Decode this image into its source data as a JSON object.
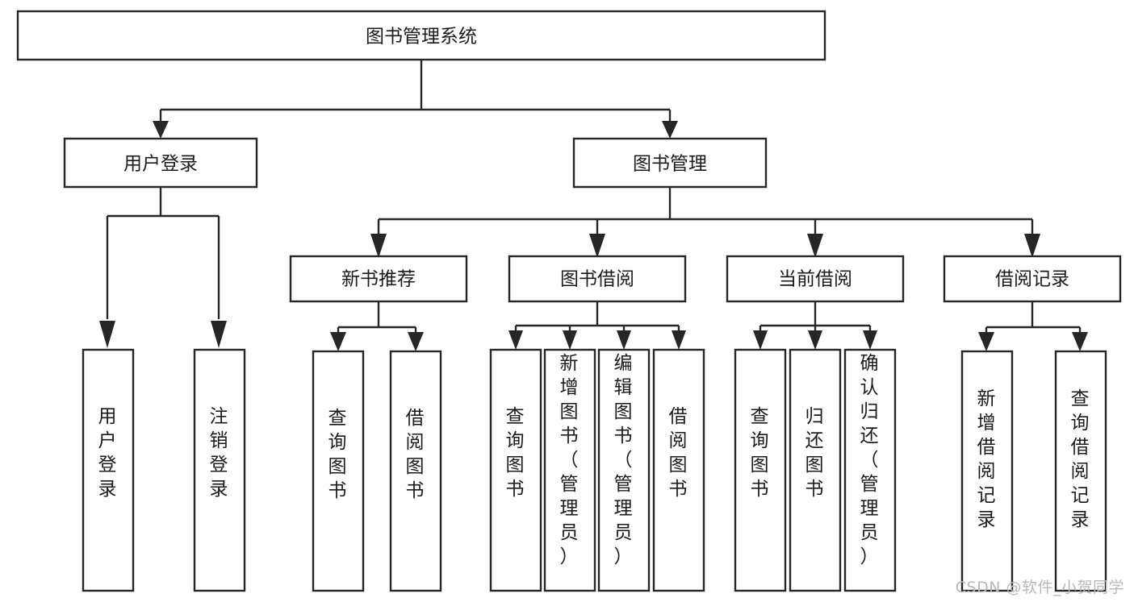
{
  "diagram": {
    "type": "tree",
    "title": "图书管理系统",
    "watermark": "CSDN @软件_小贺同学",
    "colors": {
      "background": "#ffffff",
      "stroke": "#262626",
      "text": "#1b1b1b",
      "watermark": "#b8b8b8"
    },
    "nodes": {
      "root": {
        "label": "图书管理系统"
      },
      "level1": [
        {
          "label": "用户登录"
        },
        {
          "label": "图书管理"
        }
      ],
      "level2": [
        {
          "label": "新书推荐"
        },
        {
          "label": "图书借阅"
        },
        {
          "label": "当前借阅"
        },
        {
          "label": "借阅记录"
        }
      ],
      "leaves": {
        "user_login": [
          {
            "label": "用户登录"
          },
          {
            "label": "注销登录"
          }
        ],
        "new_books": [
          {
            "label": "查询图书"
          },
          {
            "label": "借阅图书"
          }
        ],
        "book_borrow": [
          {
            "label": "查询图书"
          },
          {
            "label": "新增图书（管理员）"
          },
          {
            "label": "编辑图书（管理员）"
          },
          {
            "label": "借阅图书"
          }
        ],
        "current_borrow": [
          {
            "label": "查询图书"
          },
          {
            "label": "归还图书"
          },
          {
            "label": "确认归还（管理员）"
          }
        ],
        "borrow_records": [
          {
            "label": "新增借阅记录"
          },
          {
            "label": "查询借阅记录"
          }
        ]
      }
    }
  }
}
